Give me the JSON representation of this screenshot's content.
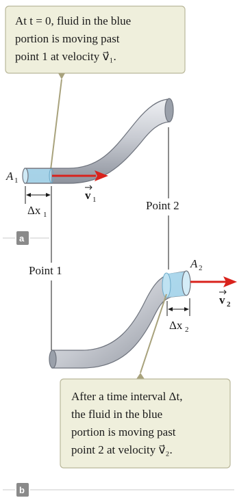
{
  "callout_top": {
    "line1": "At t = 0, fluid in the blue",
    "line2": "portion is moving past",
    "line3": "point 1 at velocity v⃗₁."
  },
  "callout_bottom": {
    "line1": "After a time interval Δt,",
    "line2": "the fluid in the blue",
    "line3": "portion is moving past",
    "line4": "point 2 at velocity v⃗₂."
  },
  "labels": {
    "area1": "A",
    "area1_sub": "1",
    "area2": "A",
    "area2_sub": "2",
    "velocity1": "v",
    "velocity1_sub": "1",
    "velocity2": "v",
    "velocity2_sub": "2",
    "dx1": "Δx",
    "dx1_sub": "1",
    "dx2": "Δx",
    "dx2_sub": "2",
    "point1": "Point 1",
    "point2": "Point 2"
  },
  "panels": {
    "a": "a",
    "b": "b"
  },
  "colors": {
    "callout_bg": "#efefdc",
    "callout_border": "#b9b79a",
    "pointer": "#a8a27c",
    "arrow": "#d9221c",
    "fluid_blue": "#a9d8ee",
    "panel_tag": "#8a8a8a"
  }
}
